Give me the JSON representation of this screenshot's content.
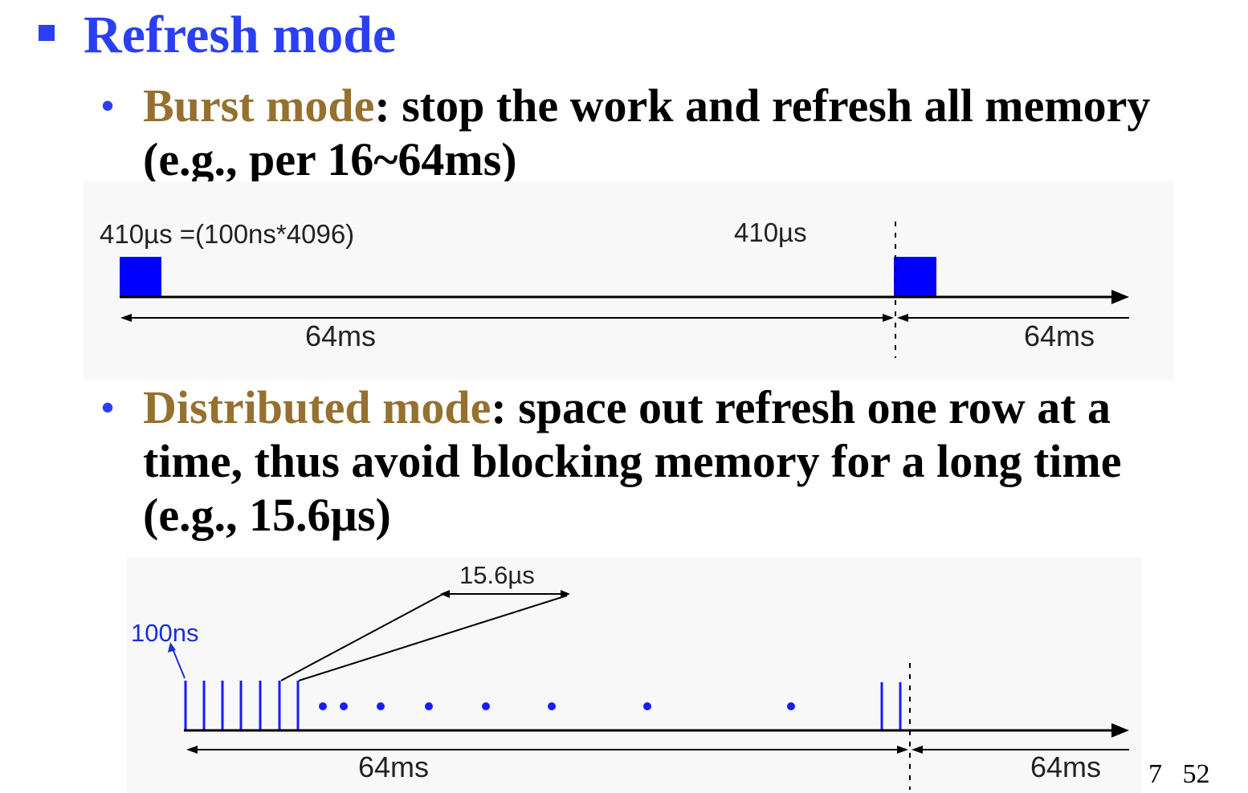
{
  "heading": "Refresh mode",
  "bullets": [
    {
      "term": "Burst mode",
      "rest": ": stop the work  and refresh all memory (e.g., per 16~64ms)"
    },
    {
      "term": "Distributed mode",
      "rest": ": space out refresh one row at a time, thus avoid blocking memory for a long time (e.g., 15.6µs)"
    }
  ],
  "burst_diagram": {
    "label_left": "410µs =(100ns*4096)",
    "label_right": "410µs",
    "period_left": "64ms",
    "period_right": "64ms"
  },
  "distributed_diagram": {
    "label_interval": "15.6µs",
    "label_pulse": "100ns",
    "period_left": "64ms",
    "period_right": "64ms"
  },
  "colors": {
    "heading": "#2b3ff2",
    "term": "#95702f",
    "pulse": "#0000ff"
  },
  "page_number": "7   52"
}
